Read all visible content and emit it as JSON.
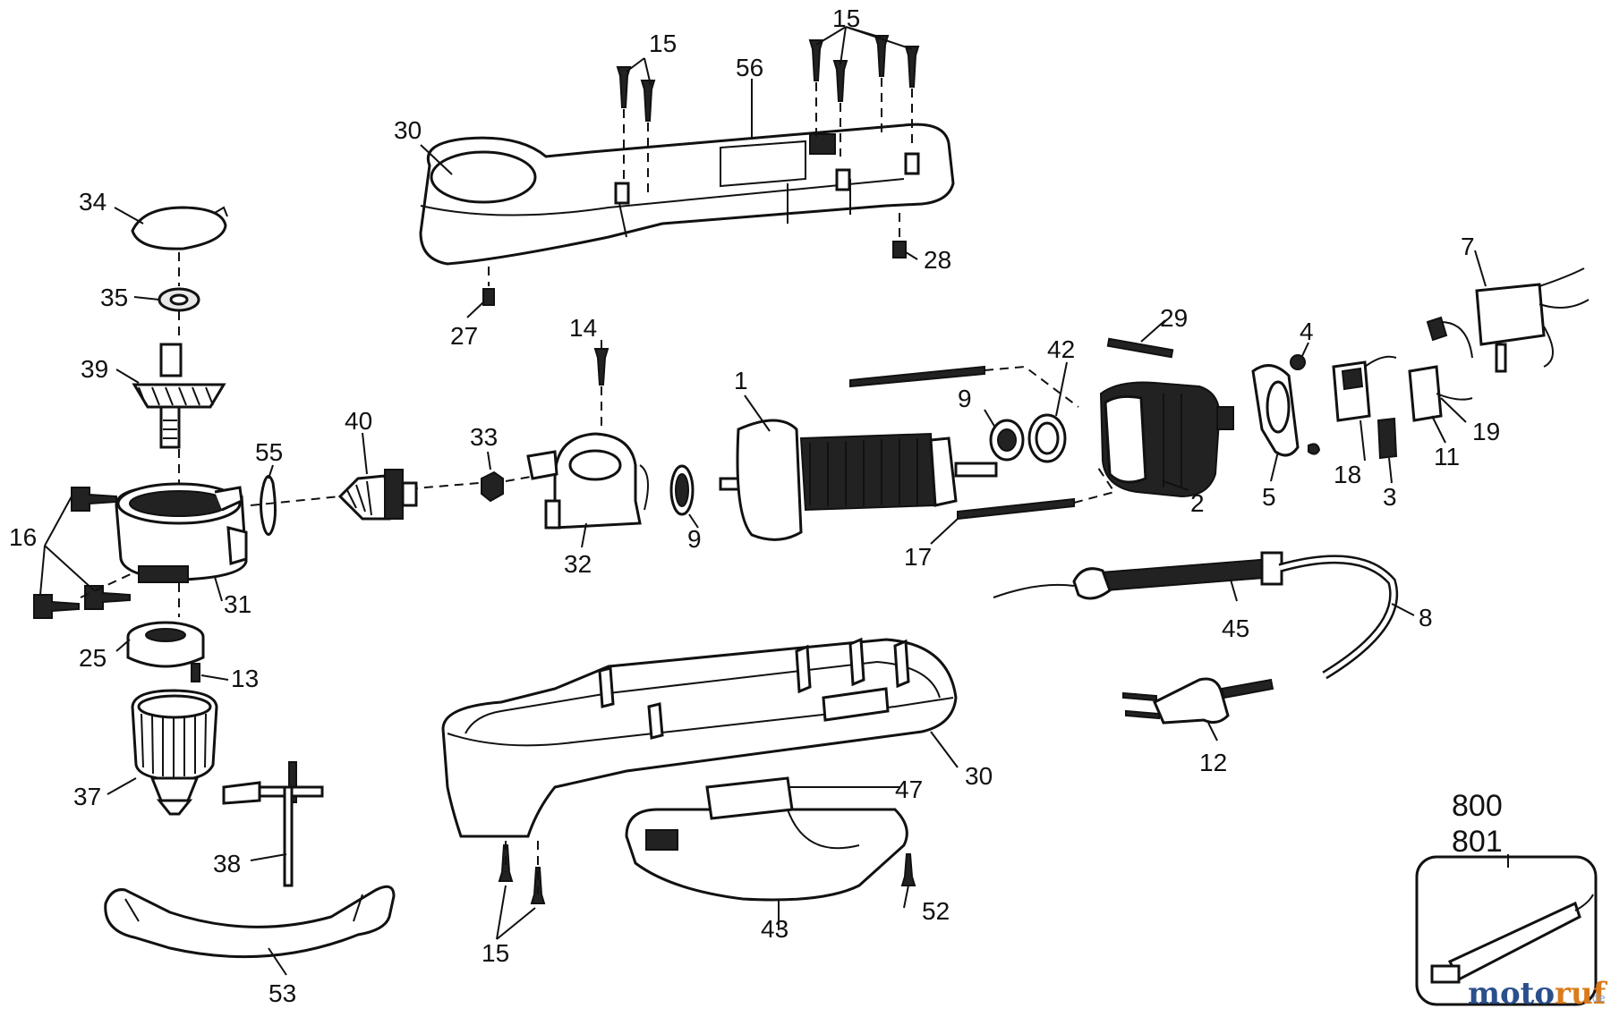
{
  "diagram": {
    "labels": {
      "p15a": "15",
      "p15b": "15",
      "p56": "56",
      "p30a": "30",
      "p34": "34",
      "p35": "35",
      "p39": "39",
      "p27": "27",
      "p28": "28",
      "p7": "7",
      "p29": "29",
      "p42": "42",
      "p14": "14",
      "p1": "1",
      "p9a": "9",
      "p4": "4",
      "p40": "40",
      "p33": "33",
      "p55": "55",
      "p16": "16",
      "p31": "31",
      "p32": "32",
      "p9b": "9",
      "p2": "2",
      "p5": "5",
      "p18": "18",
      "p11": "11",
      "p19": "19",
      "p3": "3",
      "p17": "17",
      "p25": "25",
      "p13": "13",
      "p45": "45",
      "p8": "8",
      "p37": "37",
      "p12": "12",
      "p30b": "30",
      "p47": "47",
      "p38": "38",
      "p800": "800",
      "p801": "801",
      "p43": "43",
      "p52": "52",
      "p15c": "15",
      "p53": "53"
    },
    "watermark": {
      "text": "motoruf",
      "suffix": ".de"
    }
  }
}
